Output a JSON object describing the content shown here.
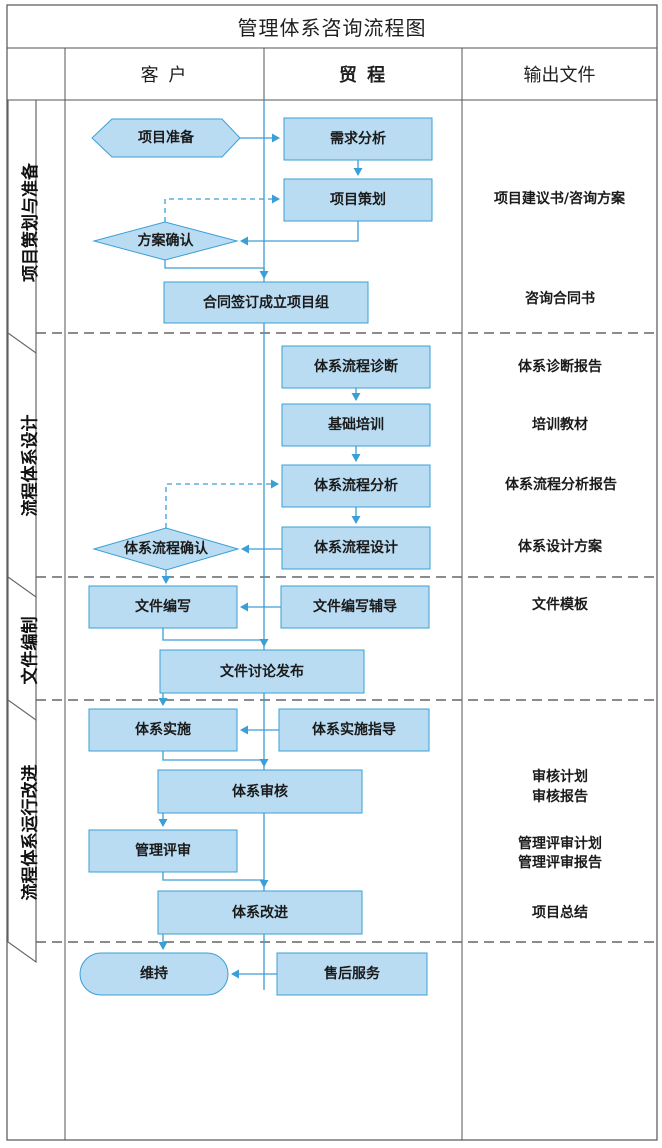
{
  "title": "管理体系咨询流程图",
  "columns": {
    "client": "客 户",
    "consultant": "贸 程",
    "output": "输出文件"
  },
  "colors": {
    "box": "#b9dcf3",
    "line": "#3a9fd6",
    "frame": "#555555"
  },
  "phases": [
    {
      "id": "p1",
      "label": "项目策划与准备"
    },
    {
      "id": "p2",
      "label": "流程体系设计"
    },
    {
      "id": "p3",
      "label": "文件编制"
    },
    {
      "id": "p4",
      "label": "流程体系运行改进"
    }
  ],
  "nodes": {
    "xmzb": "项目准备",
    "xqfx": "需求分析",
    "xmch": "项目策划",
    "faqr": "方案确认",
    "htqd": "合同签订成立项目组",
    "lczd": "体系流程诊断",
    "jcpx": "基础培训",
    "lcfx": "体系流程分析",
    "lcsj": "体系流程设计",
    "lcqr": "体系流程确认",
    "wjbx": "文件编写",
    "wjfd": "文件编写辅导",
    "wjfb": "文件讨论发布",
    "txss": "体系实施",
    "sszd": "体系实施指导",
    "txsh": "体系审核",
    "glps": "管理评审",
    "txgj": "体系改进",
    "wc": "维持",
    "shfw": "售后服务"
  },
  "outputs": {
    "o1": "项目建议书/咨询方案",
    "o2": "咨询合同书",
    "o3": "体系诊断报告",
    "o4": "培训教材",
    "o5": "体系流程分析报告",
    "o6": "体系设计方案",
    "o7": "文件模板",
    "o8a": "审核计划",
    "o8b": "审核报告",
    "o9a": "管理评审计划",
    "o9b": "管理评审报告",
    "o10": "项目总结"
  }
}
